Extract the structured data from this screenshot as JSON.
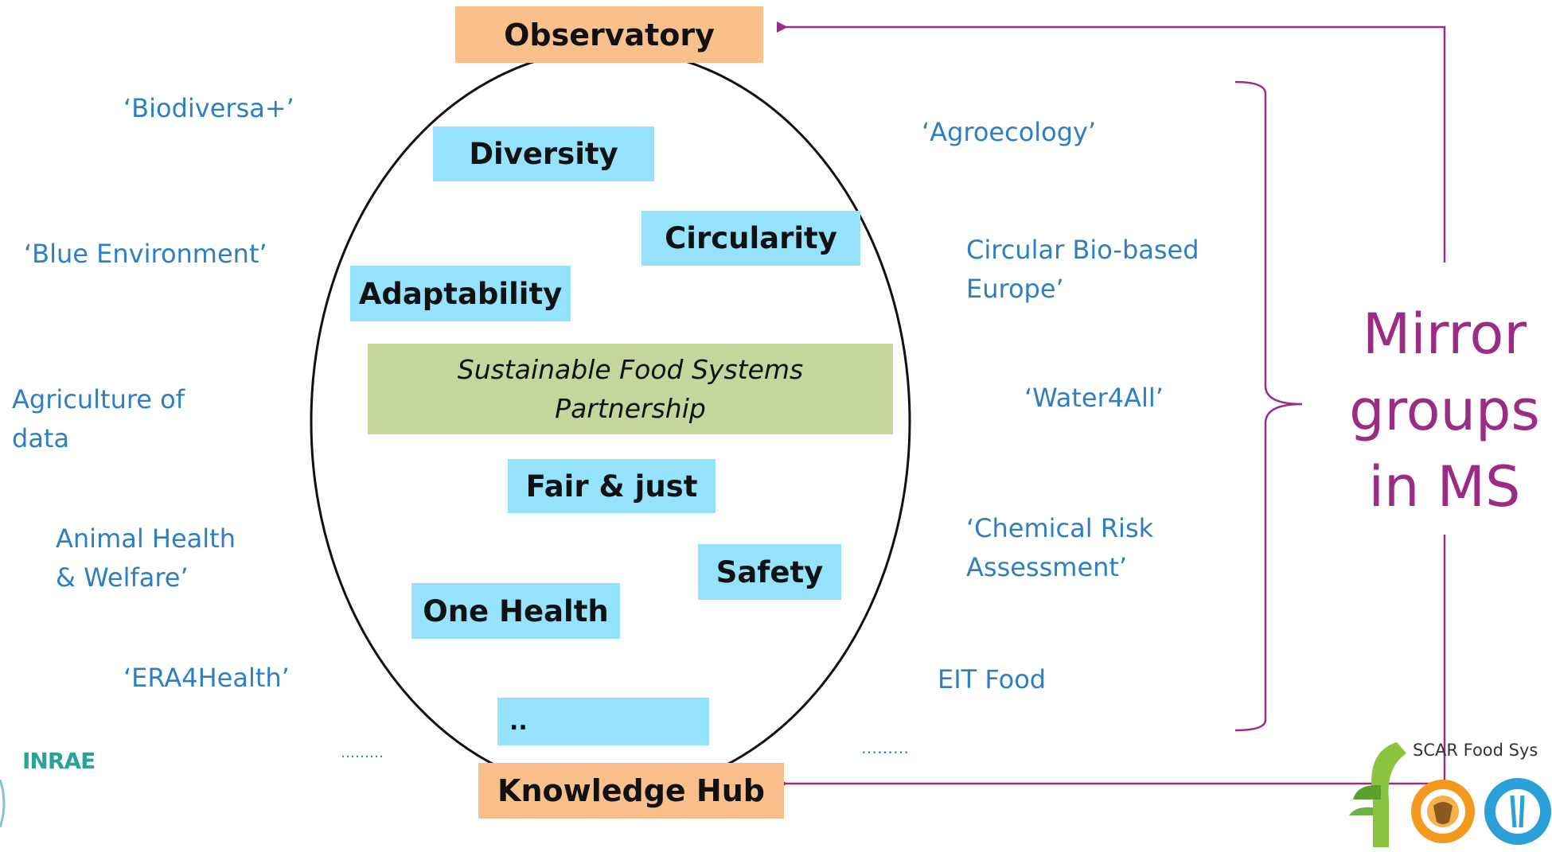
{
  "top_box": "Observatory",
  "bottom_box": "Knowledge Hub",
  "center": {
    "line1": "Sustainable Food Systems",
    "line2": "Partnership"
  },
  "values": {
    "diversity": "Diversity",
    "circularity": "Circularity",
    "adaptability": "Adaptability",
    "fair": "Fair & just",
    "safety": "Safety",
    "one_health": "One Health",
    "more": ".."
  },
  "left_partnerships": {
    "biodiversa": "‘Biodiversa+’",
    "blue": "‘Blue Environment’",
    "agri_data_1": "Agriculture of",
    "agri_data_2": "data",
    "animal_1": "Animal Health",
    "animal_2": "& Welfare’",
    "era4health": "‘ERA4Health’",
    "dots": "………"
  },
  "right_partnerships": {
    "agroecology": "‘Agroecology’",
    "circular_1": "Circular Bio-based",
    "circular_2": "Europe’",
    "water": "‘Water4All’",
    "chem_1": "‘Chemical Risk",
    "chem_2": "Assessment’",
    "eit": "EIT Food",
    "dots": "………"
  },
  "mirror": {
    "line1": "Mirror",
    "line2": "groups",
    "line3": "in MS"
  },
  "logos": {
    "inrae": "INRAE",
    "scar": "SCAR Food Sys"
  },
  "colors": {
    "orange_box": "#f9c08c",
    "blue_box": "#94e2fb",
    "green_box": "#c3d69b",
    "partnership_text": "#2e7fc2",
    "mirror_text": "#9b2b84",
    "inrae_logo": "#2aa29a"
  }
}
